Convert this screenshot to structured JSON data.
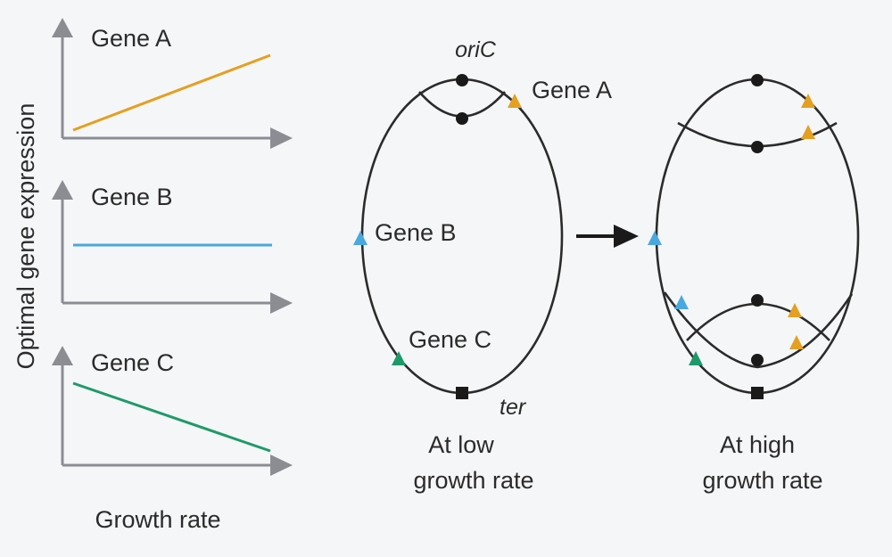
{
  "y_axis_label": "Optimal gene expression",
  "x_axis_label": "Growth rate",
  "panels": [
    {
      "gene": "Gene A",
      "trend": "increasing",
      "color": "#e4a020"
    },
    {
      "gene": "Gene B",
      "trend": "flat",
      "color": "#4aa8e0"
    },
    {
      "gene": "Gene C",
      "trend": "decreasing",
      "color": "#1e9a6a"
    }
  ],
  "chromosome_low": {
    "ori_label": "oriC",
    "ter_label": "ter",
    "gene_a": "Gene A",
    "gene_b": "Gene B",
    "gene_c": "Gene C",
    "caption_line1": "At low",
    "caption_line2": "growth rate"
  },
  "chromosome_high": {
    "caption_line1": "At high",
    "caption_line2": "growth rate"
  },
  "colors": {
    "gene_a": "#e4a020",
    "gene_b": "#4aa8e0",
    "gene_c": "#1e9a6a",
    "axis": "#8b8d93",
    "ink": "#2b2b2b"
  }
}
